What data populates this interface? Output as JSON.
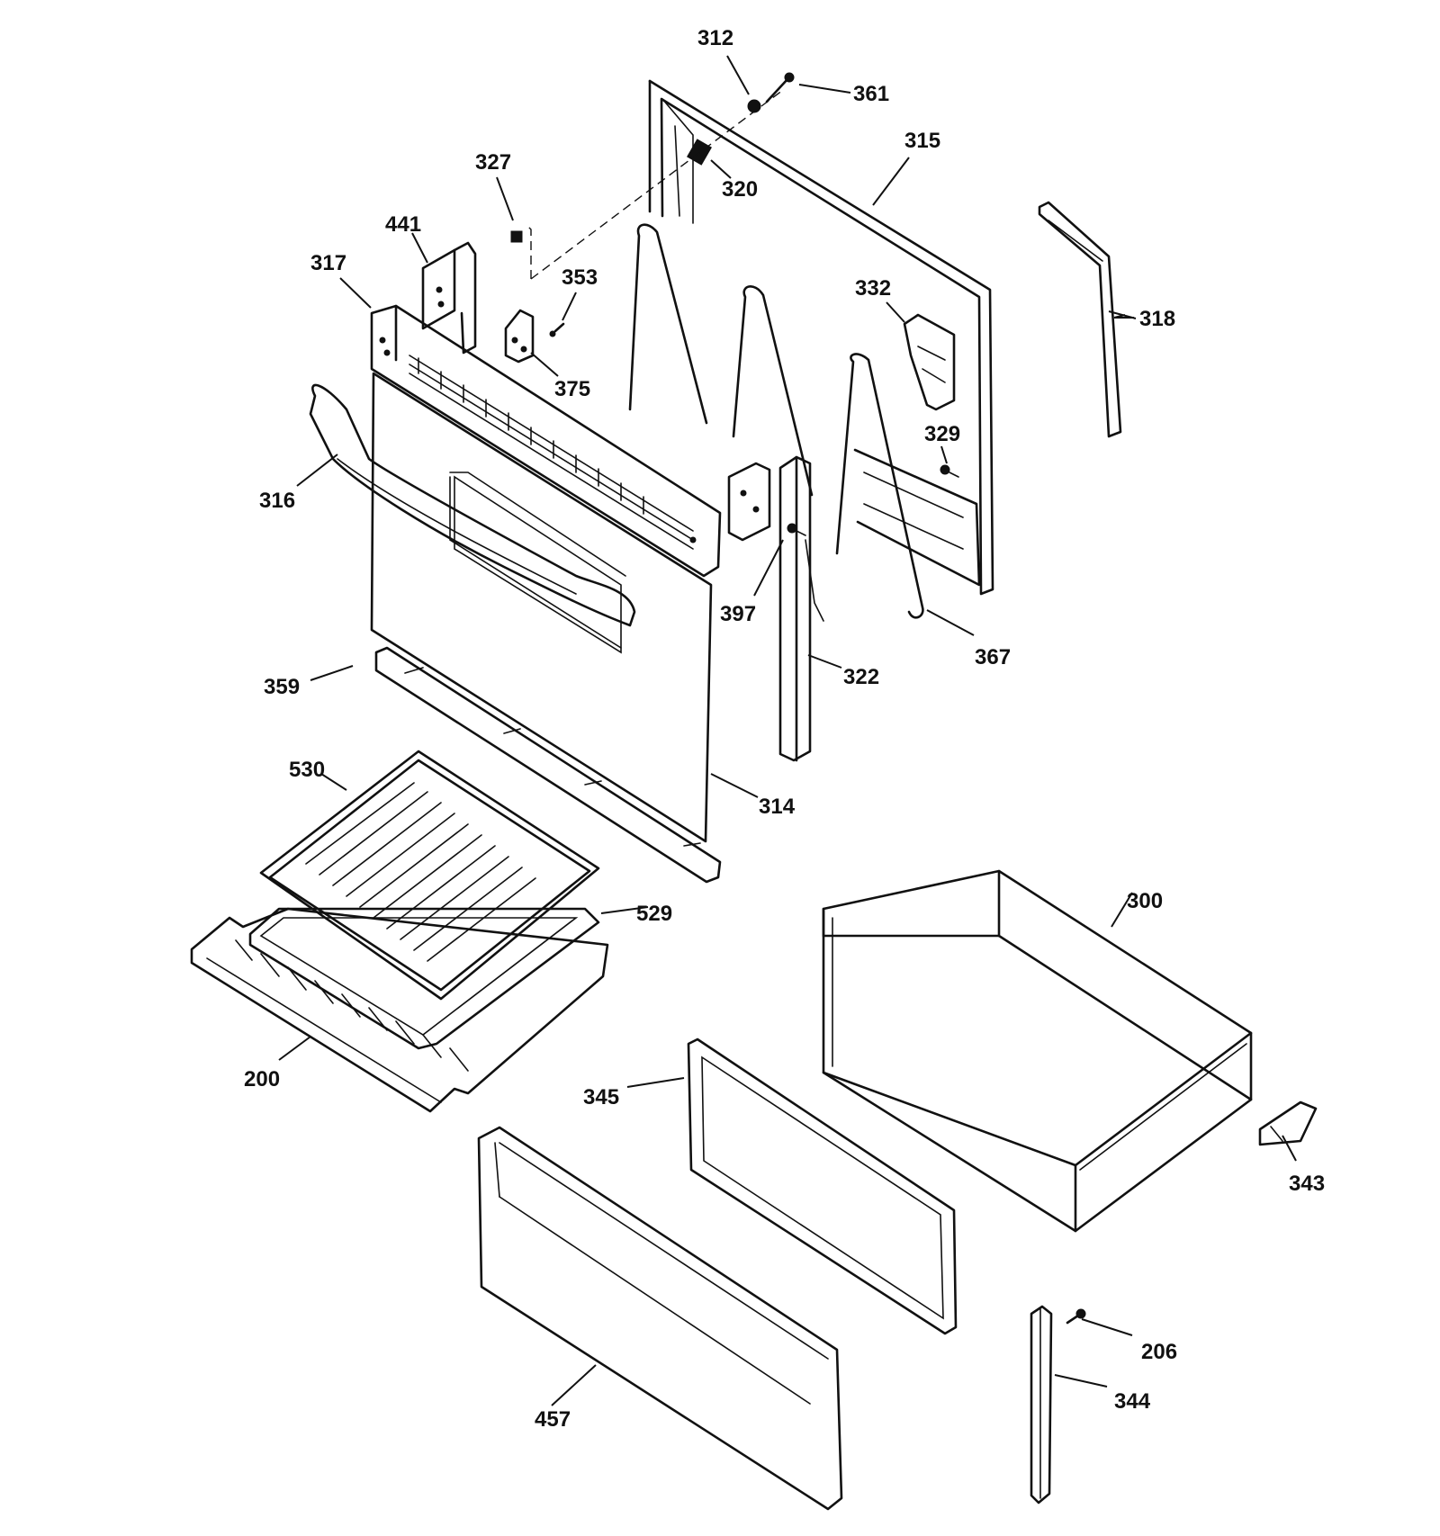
{
  "callouts": {
    "c312": "312",
    "c361": "361",
    "c315": "315",
    "c320": "320",
    "c327": "327",
    "c441": "441",
    "c317": "317",
    "c353": "353",
    "c375": "375",
    "c332": "332",
    "c318": "318",
    "c316": "316",
    "c329": "329",
    "c397": "397",
    "c367": "367",
    "c322": "322",
    "c359": "359",
    "c530": "530",
    "c314": "314",
    "c529": "529",
    "c300": "300",
    "c200": "200",
    "c345": "345",
    "c343": "343",
    "c206": "206",
    "c344": "344",
    "c457": "457"
  }
}
